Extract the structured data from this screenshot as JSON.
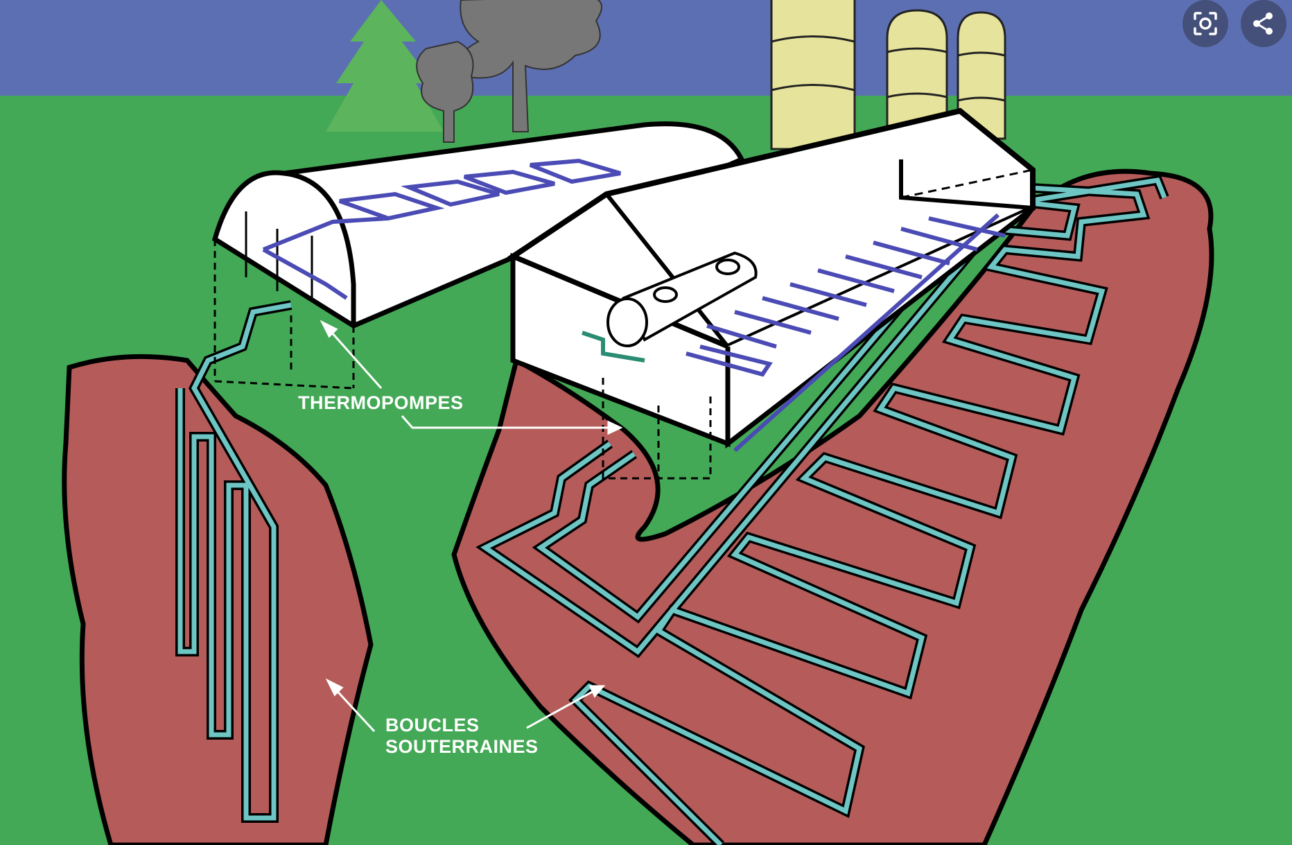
{
  "labels": {
    "thermopompes": "THERMOPOMPES",
    "boucles_line1": "BOUCLES",
    "boucles_line2": "SOUTERRAINES"
  },
  "buttons": {
    "lens": {
      "icon": "lens-search-icon"
    },
    "share": {
      "icon": "share-icon"
    }
  },
  "colors": {
    "sky": "#5c6fb3",
    "grass": "#44a956",
    "soil": "#b55c5a",
    "pipe": "#6ec6c4",
    "heating_pipe": "#4b4bb5",
    "silo": "#e6e49c",
    "tree_green": "#5cb45c",
    "tree_gray": "#777777",
    "overlay_button": "#44507a"
  }
}
